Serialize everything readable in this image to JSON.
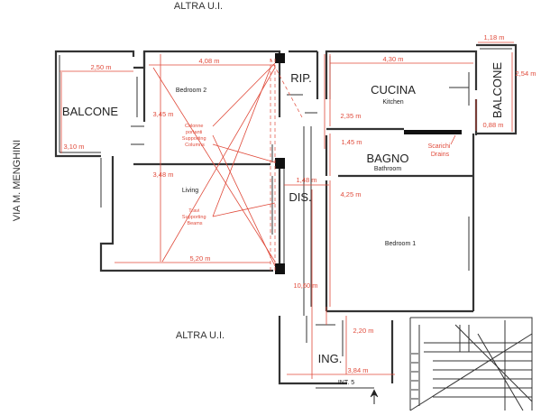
{
  "labels": {
    "altra_top": "ALTRA U.I.",
    "altra_bottom": "ALTRA U.I.",
    "street": "VIA M. MENGHINI",
    "balcone_left": "BALCONE",
    "balcone_right": "BALCONE",
    "bedroom2": "Bedroom 2",
    "living": "Living",
    "rip": "RIP.",
    "cucina": "CUCINA",
    "kitchen": "Kitchen",
    "bagno": "BAGNO",
    "bathroom": "Bathroom",
    "dis": "DIS.",
    "bedroom1": "Bedroom 1",
    "ing": "ING.",
    "int": "INT. 5"
  },
  "notes": {
    "colonne_1": "Colonne",
    "colonne_2": "portanti",
    "colonne_3": "Supporting",
    "colonne_4": "Columns",
    "travi_1": "Travi",
    "travi_2": "Supporting",
    "travi_3": "Beams",
    "scarichi_1": "Scarichi",
    "scarichi_2": "Drains"
  },
  "dimensions": {
    "d_250": "2,50 m",
    "d_408": "4,08 m",
    "d_430": "4,30 m",
    "d_118": "1,18 m",
    "d_254": "2,54 m",
    "d_345": "3,45 m",
    "d_310": "3,10 m",
    "d_235": "2,35 m",
    "d_088": "0,88 m",
    "d_145": "1,45 m",
    "d_348": "3,48 m",
    "d_148": "1,48 m",
    "d_425": "4,25 m",
    "d_520": "5,20 m",
    "d_1060": "10,60 m",
    "d_220": "2,20 m",
    "d_384": "3,84 m"
  },
  "colors": {
    "walls": "#333333",
    "dimensions": "#e04a3a",
    "structure": "#111111"
  }
}
